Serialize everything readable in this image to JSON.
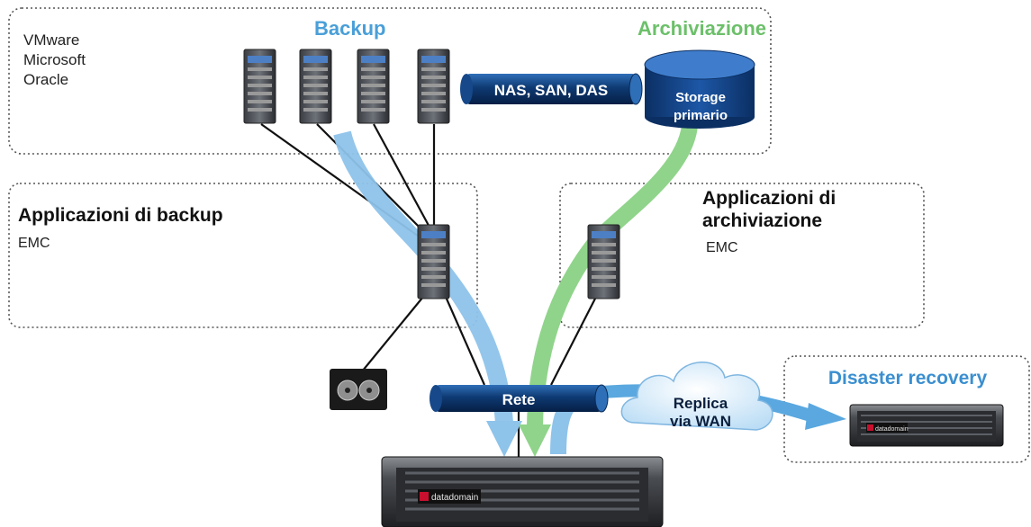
{
  "top_box": {
    "vendors": [
      "VMware",
      "Microsoft",
      "Oracle"
    ],
    "backup_title": "Backup",
    "archive_title": "Archiviazione",
    "nas_label": "NAS, SAN, DAS",
    "storage_label_1": "Storage",
    "storage_label_2": "primario"
  },
  "backup_apps": {
    "title": "Applicazioni di backup",
    "vendor": "EMC"
  },
  "archive_apps": {
    "title_1": "Applicazioni di",
    "title_2": "archiviazione",
    "vendor": "EMC"
  },
  "network": {
    "label": "Rete"
  },
  "wan": {
    "label_1": "Replica",
    "label_2": "via WAN"
  },
  "dr": {
    "title": "Disaster recovery",
    "logo_text": "datadomain"
  },
  "main_device": {
    "logo_text": "datadomain"
  },
  "colors": {
    "backup_blue": "#4a9fd8",
    "archive_green": "#6cc06a",
    "flow_blue": "#8ec3ea",
    "flow_green": "#8fd48a",
    "pipe_navy": "#0e3a73"
  }
}
